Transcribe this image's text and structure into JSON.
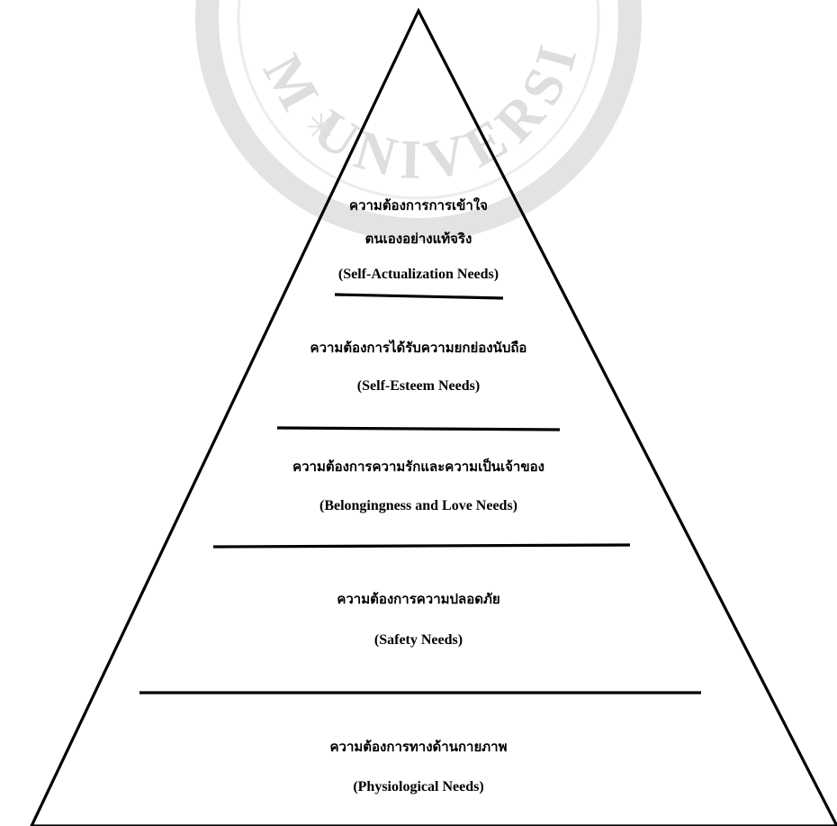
{
  "watermark": {
    "text": "SIAM UNIVERSITY",
    "color": "#d9d9d9"
  },
  "diagram": {
    "stroke_color": "#000000",
    "levels": [
      {
        "id": "self-actualization",
        "thai_lines": [
          "ความต้องการการเข้าใจ",
          "ตนเองอย่างแท้จริง"
        ],
        "english": "(Self-Actualization Needs)"
      },
      {
        "id": "self-esteem",
        "thai_lines": [
          "ความต้องการได้รับความยกย่องนับถือ"
        ],
        "english": "(Self-Esteem Needs)"
      },
      {
        "id": "belongingness",
        "thai_lines": [
          "ความต้องการความรักและความเป็นเจ้าของ"
        ],
        "english": "(Belongingness and Love Needs)"
      },
      {
        "id": "safety",
        "thai_lines": [
          "ความต้องการความปลอดภัย"
        ],
        "english": "(Safety Needs)"
      },
      {
        "id": "physiological",
        "thai_lines": [
          "ความต้องการทางด้านกายภาพ"
        ],
        "english": "(Physiological Needs)"
      }
    ]
  }
}
